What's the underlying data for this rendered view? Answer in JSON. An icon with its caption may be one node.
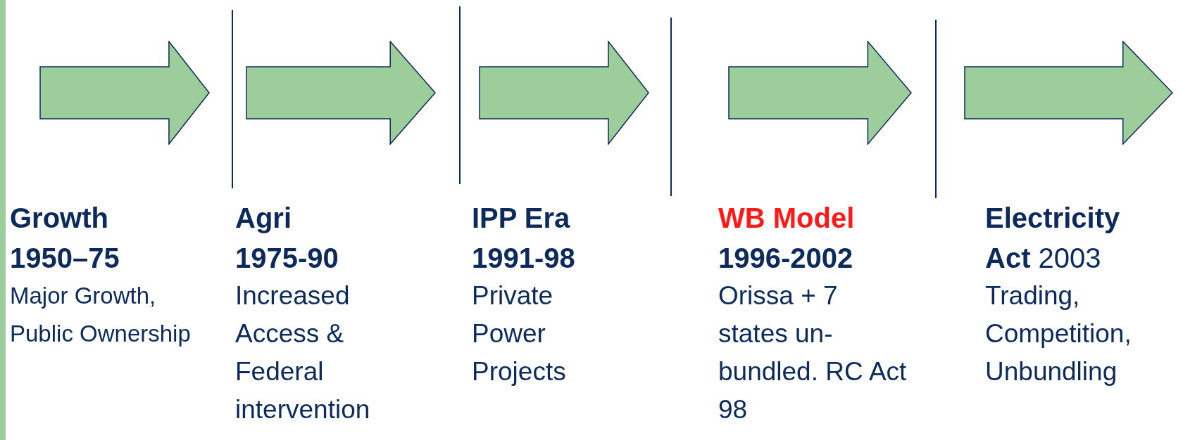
{
  "diagram": {
    "nodes": [
      {
        "text": [
          "Growth",
          "1950–75",
          "Major Growth, Public Ownership"
        ]
      },
      {
        "text": [
          "Agri",
          "1975-90",
          "Increased Access & Federal intervention"
        ]
      },
      {
        "text": [
          "IPP Era",
          "1991-98",
          "Private Power Projects"
        ]
      },
      {
        "text": [
          "WB Model",
          "1996-2002",
          "Orissa + 7 states un- bundled. RC Act 98"
        ]
      },
      {
        "text": [
          "Electricity Act",
          "2003",
          "Trading, Competition, Unbundling"
        ]
      }
    ]
  }
}
